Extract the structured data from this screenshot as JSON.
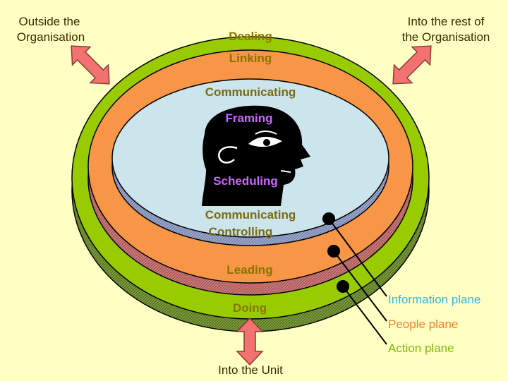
{
  "corner_labels": {
    "top_left": [
      "Outside the",
      "Organisation"
    ],
    "top_right": [
      "Into the rest of",
      "the Organisation"
    ],
    "bottom": "Into the Unit"
  },
  "rings": {
    "outer_top": "Dealing",
    "middle_top": "Linking",
    "inner_top": "Communicating",
    "inner_bottom_1": "Communicating",
    "inner_bottom_2": "Controlling",
    "middle_bottom": "Leading",
    "outer_bottom": "Doing"
  },
  "head": {
    "top": "Framing",
    "bottom": "Scheduling"
  },
  "legend": {
    "information": "Information plane",
    "people": "People plane",
    "action": "Action plane"
  },
  "colors": {
    "background": "#ffffc4",
    "outer_ring": "#99cc00",
    "middle_ring": "#f79646",
    "inner_disc": "#cce5ec",
    "ring_text": "#8a7400",
    "head_text": "#cc66ff",
    "arrow": "#f2726f",
    "information": "#33b5e5",
    "people": "#f07f2a",
    "action": "#7cba0c"
  },
  "icons": [
    "double-arrow-icon",
    "head-silhouette-icon",
    "eye-icon",
    "ear-icon",
    "marker-dot-icon"
  ]
}
